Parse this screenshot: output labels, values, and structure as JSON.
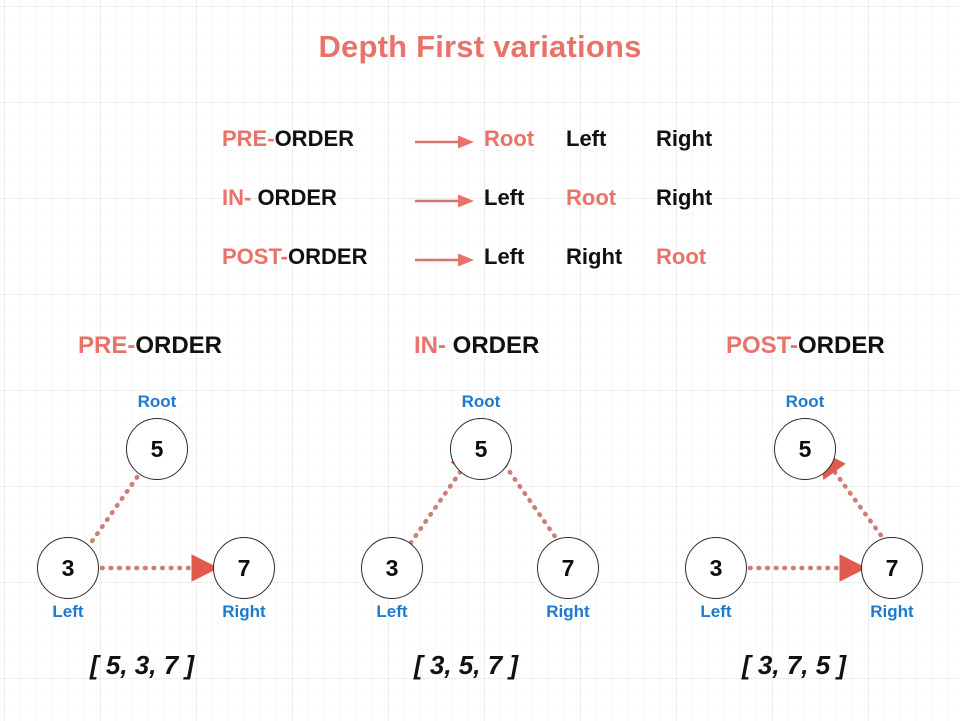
{
  "title": "Depth First variations",
  "colors": {
    "accent": "#e8736a",
    "label_blue": "#1d7ad1",
    "text": "#111111",
    "node_stroke": "#2b2b2b",
    "background": "#ffffff"
  },
  "legend": {
    "arrow_icon": "right-arrow-icon",
    "rows": [
      {
        "name_prefix": "PRE-",
        "name_suffix": "ORDER",
        "sequence": [
          {
            "label": "Root",
            "accent": true
          },
          {
            "label": "Left",
            "accent": false
          },
          {
            "label": "Right",
            "accent": false
          }
        ]
      },
      {
        "name_prefix": "IN-",
        "name_suffix": " ORDER",
        "sequence": [
          {
            "label": "Left",
            "accent": false
          },
          {
            "label": "Root",
            "accent": true
          },
          {
            "label": "Right",
            "accent": false
          }
        ]
      },
      {
        "name_prefix": "POST-",
        "name_suffix": "ORDER",
        "sequence": [
          {
            "label": "Left",
            "accent": false
          },
          {
            "label": "Right",
            "accent": false
          },
          {
            "label": "Root",
            "accent": true
          }
        ]
      }
    ]
  },
  "sections": [
    {
      "heading_prefix": "PRE-",
      "heading_suffix": "ORDER",
      "nodes": {
        "root": {
          "value": "5",
          "label": "Root"
        },
        "left": {
          "value": "3",
          "label": "Left"
        },
        "right": {
          "value": "7",
          "label": "Right"
        }
      },
      "traversal_edges": [
        {
          "from": "root",
          "to": "left"
        },
        {
          "from": "left",
          "to": "right"
        }
      ],
      "result": "[ 5, 3, 7 ]"
    },
    {
      "heading_prefix": "IN-",
      "heading_suffix": " ORDER",
      "nodes": {
        "root": {
          "value": "5",
          "label": "Root"
        },
        "left": {
          "value": "3",
          "label": "Left"
        },
        "right": {
          "value": "7",
          "label": "Right"
        }
      },
      "traversal_edges": [
        {
          "from": "left",
          "to": "root"
        },
        {
          "from": "root",
          "to": "right"
        }
      ],
      "result": "[ 3, 5, 7 ]"
    },
    {
      "heading_prefix": "POST-",
      "heading_suffix": "ORDER",
      "nodes": {
        "root": {
          "value": "5",
          "label": "Root"
        },
        "left": {
          "value": "3",
          "label": "Left"
        },
        "right": {
          "value": "7",
          "label": "Right"
        }
      },
      "traversal_edges": [
        {
          "from": "left",
          "to": "right"
        },
        {
          "from": "right",
          "to": "root"
        }
      ],
      "result": "[ 3, 7, 5 ]"
    }
  ]
}
